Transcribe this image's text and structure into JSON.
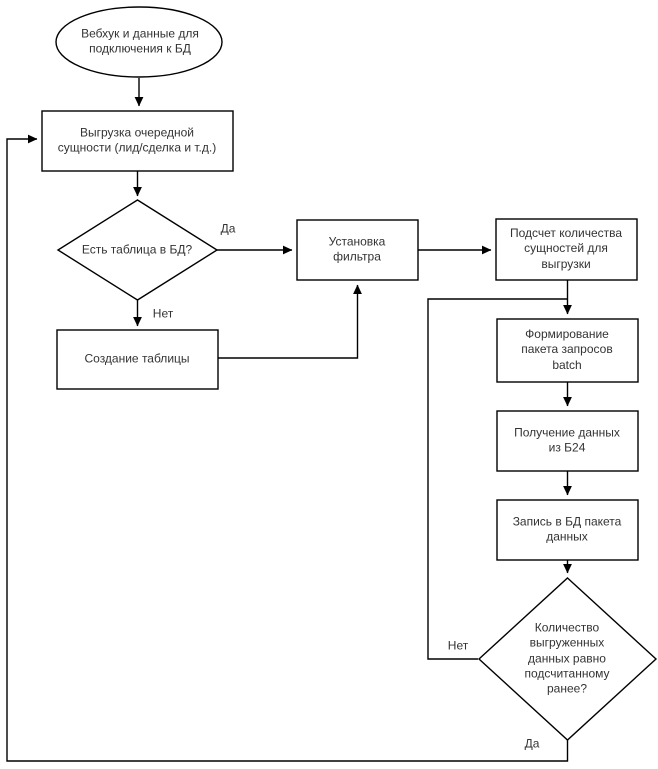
{
  "diagram": {
    "background": "#ffffff",
    "line_color": "#000000",
    "text_color": "#333333",
    "nodes": [
      {
        "id": "webhook-start",
        "shape": "terminator-ellipse",
        "label": "Вебхук и данные для\nподключения к БД"
      },
      {
        "id": "unload-entity",
        "shape": "process-rect",
        "label": "Выгрузка очередной\nсущности (лид/сделка и т.д.)"
      },
      {
        "id": "table-in-db",
        "shape": "decision-diamond",
        "label": "Есть таблица в БД?"
      },
      {
        "id": "set-filter",
        "shape": "process-rect",
        "label": "Установка\nфильтра"
      },
      {
        "id": "create-table",
        "shape": "process-rect",
        "label": "Создание таблицы"
      },
      {
        "id": "count-entities",
        "shape": "process-rect",
        "label": "Подсчет количества\nсущностей для\nвыгрузки"
      },
      {
        "id": "form-batch",
        "shape": "process-rect",
        "label": "Формирование\nпакета запросов\nbatch"
      },
      {
        "id": "get-data-b24",
        "shape": "process-rect",
        "label": "Получение данных\nиз Б24"
      },
      {
        "id": "write-to-db",
        "shape": "process-rect",
        "label": "Запись в БД пакета\nданных"
      },
      {
        "id": "count-equals",
        "shape": "decision-diamond",
        "label": "Количество\nвыгруженных\nданных равно\nподсчитанному\nранее?"
      }
    ],
    "edge_labels": [
      {
        "id": "table-yes",
        "label": "Да"
      },
      {
        "id": "table-no",
        "label": "Нет"
      },
      {
        "id": "equal-no",
        "label": "Нет"
      },
      {
        "id": "equal-yes",
        "label": "Да"
      }
    ]
  }
}
